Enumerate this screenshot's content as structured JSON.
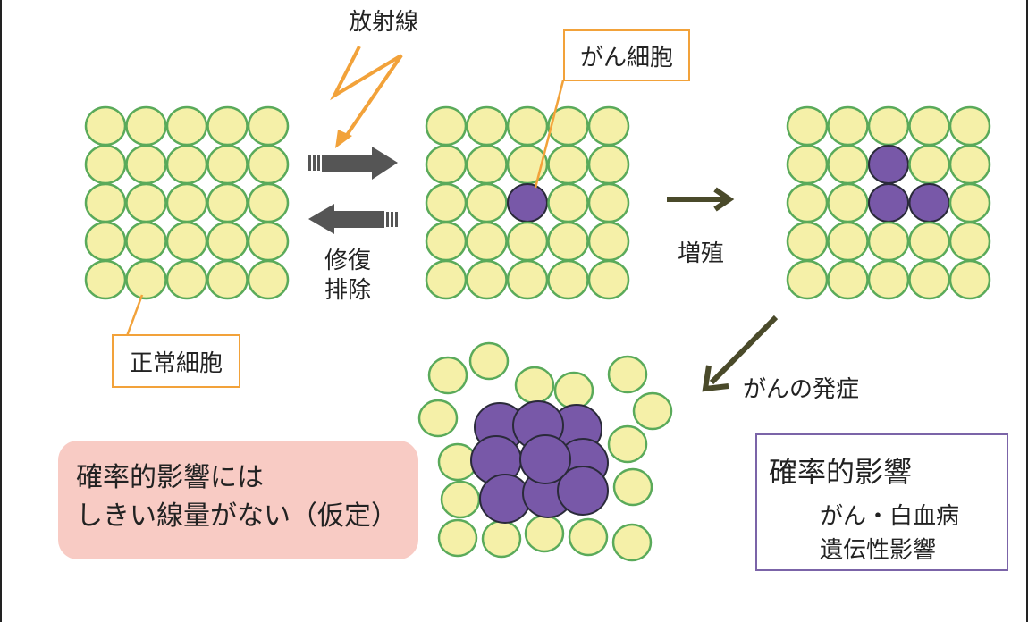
{
  "labels": {
    "radiation": "放射線",
    "cancer_cell": "がん細胞",
    "normal_cell": "正常細胞",
    "repair": "修復",
    "exclusion": "排除",
    "proliferation": "増殖",
    "cancer_onset": "がんの発症"
  },
  "principle": {
    "line1": "確率的影響には",
    "line2": "しきい線量がない（仮定）"
  },
  "stochastic_box": {
    "title": "確率的影響",
    "item1": "がん・白血病",
    "item2": "遺伝性影響"
  },
  "colors": {
    "normal_cell_fill": "#f5f0a8",
    "normal_cell_stroke": "#5aaa5a",
    "cancer_cell_fill": "#7858a8",
    "cancer_cell_stroke": "#2a2a3a",
    "radiation_bolt": "#f2a23a",
    "callout_border": "#f2a23a",
    "gray_arrow": "#555555",
    "olive_arrow": "#4a4a2a",
    "principle_bg": "#f8cbc4",
    "stochastic_border": "#7b64a8"
  }
}
